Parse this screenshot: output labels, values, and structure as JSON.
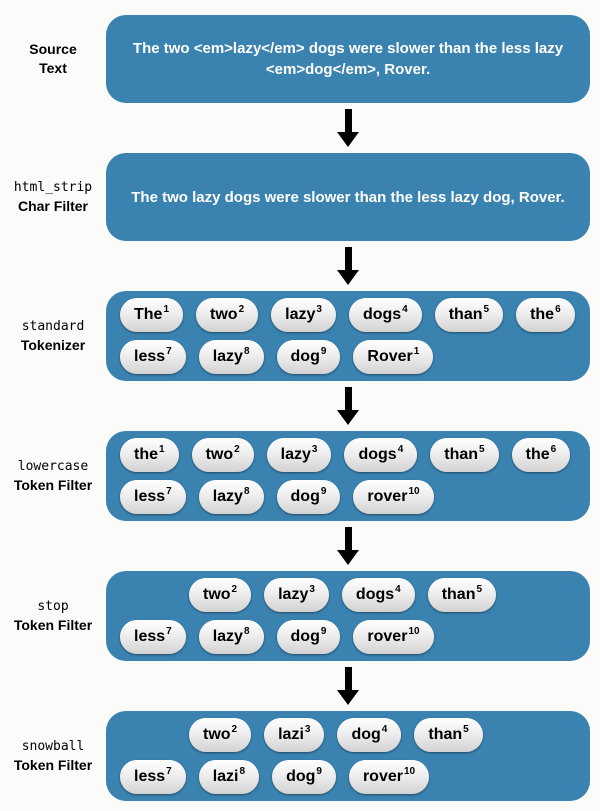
{
  "colors": {
    "box_blue": "#3a83b1",
    "box_text": "#ffffff",
    "pill_top": "#ffffff",
    "pill_bottom": "#d2d2d2",
    "pill_text": "#000000",
    "arrow": "#000000",
    "background": "#fbfbf9"
  },
  "stages": [
    {
      "name": "source-text",
      "label": [
        {
          "text": "Source",
          "style": "bold"
        },
        {
          "text": "Text",
          "style": "bold"
        }
      ],
      "box": {
        "type": "text",
        "text": "The two <em>lazy</em> dogs were slower than the less lazy <em>dog</em>, Rover."
      }
    },
    {
      "name": "html-strip-char-filter",
      "label": [
        {
          "text": "html_strip",
          "style": "mono"
        },
        {
          "text": "Char Filter",
          "style": "bold"
        }
      ],
      "box": {
        "type": "text",
        "text": "The two lazy dogs were slower than the less lazy dog, Rover."
      }
    },
    {
      "name": "standard-tokenizer",
      "label": [
        {
          "text": "standard",
          "style": "mono"
        },
        {
          "text": "Tokenizer",
          "style": "bold"
        }
      ],
      "box": {
        "type": "tokens",
        "rows": [
          {
            "indent": false,
            "tokens": [
              {
                "t": "The",
                "p": "1"
              },
              {
                "t": "two",
                "p": "2"
              },
              {
                "t": "lazy",
                "p": "3"
              },
              {
                "t": "dogs",
                "p": "4"
              },
              {
                "t": "than",
                "p": "5"
              },
              {
                "t": "the",
                "p": "6"
              }
            ]
          },
          {
            "indent": false,
            "tokens": [
              {
                "t": "less",
                "p": "7"
              },
              {
                "t": "lazy",
                "p": "8"
              },
              {
                "t": "dog",
                "p": "9"
              },
              {
                "t": "Rover",
                "p": "1"
              }
            ]
          }
        ]
      }
    },
    {
      "name": "lowercase-token-filter",
      "label": [
        {
          "text": "lowercase",
          "style": "mono"
        },
        {
          "text": "Token Filter",
          "style": "bold"
        }
      ],
      "box": {
        "type": "tokens",
        "rows": [
          {
            "indent": false,
            "tokens": [
              {
                "t": "the",
                "p": "1"
              },
              {
                "t": "two",
                "p": "2"
              },
              {
                "t": "lazy",
                "p": "3"
              },
              {
                "t": "dogs",
                "p": "4"
              },
              {
                "t": "than",
                "p": "5"
              },
              {
                "t": "the",
                "p": "6"
              }
            ]
          },
          {
            "indent": false,
            "tokens": [
              {
                "t": "less",
                "p": "7"
              },
              {
                "t": "lazy",
                "p": "8"
              },
              {
                "t": "dog",
                "p": "9"
              },
              {
                "t": "rover",
                "p": "10"
              }
            ]
          }
        ]
      }
    },
    {
      "name": "stop-token-filter",
      "label": [
        {
          "text": "stop",
          "style": "mono"
        },
        {
          "text": "Token Filter",
          "style": "bold"
        }
      ],
      "box": {
        "type": "tokens",
        "rows": [
          {
            "indent": true,
            "tokens": [
              {
                "t": "two",
                "p": "2"
              },
              {
                "t": "lazy",
                "p": "3"
              },
              {
                "t": "dogs",
                "p": "4"
              },
              {
                "t": "than",
                "p": "5"
              }
            ]
          },
          {
            "indent": false,
            "tokens": [
              {
                "t": "less",
                "p": "7"
              },
              {
                "t": "lazy",
                "p": "8"
              },
              {
                "t": "dog",
                "p": "9"
              },
              {
                "t": "rover",
                "p": "10"
              }
            ]
          }
        ]
      }
    },
    {
      "name": "snowball-token-filter",
      "label": [
        {
          "text": "snowball",
          "style": "mono"
        },
        {
          "text": "Token Filter",
          "style": "bold"
        }
      ],
      "box": {
        "type": "tokens",
        "rows": [
          {
            "indent": true,
            "tokens": [
              {
                "t": "two",
                "p": "2"
              },
              {
                "t": "lazi",
                "p": "3"
              },
              {
                "t": "dog",
                "p": "4"
              },
              {
                "t": "than",
                "p": "5"
              }
            ]
          },
          {
            "indent": false,
            "tokens": [
              {
                "t": "less",
                "p": "7"
              },
              {
                "t": "lazi",
                "p": "8"
              },
              {
                "t": "dog",
                "p": "9"
              },
              {
                "t": "rover",
                "p": "10"
              }
            ]
          }
        ]
      }
    }
  ]
}
